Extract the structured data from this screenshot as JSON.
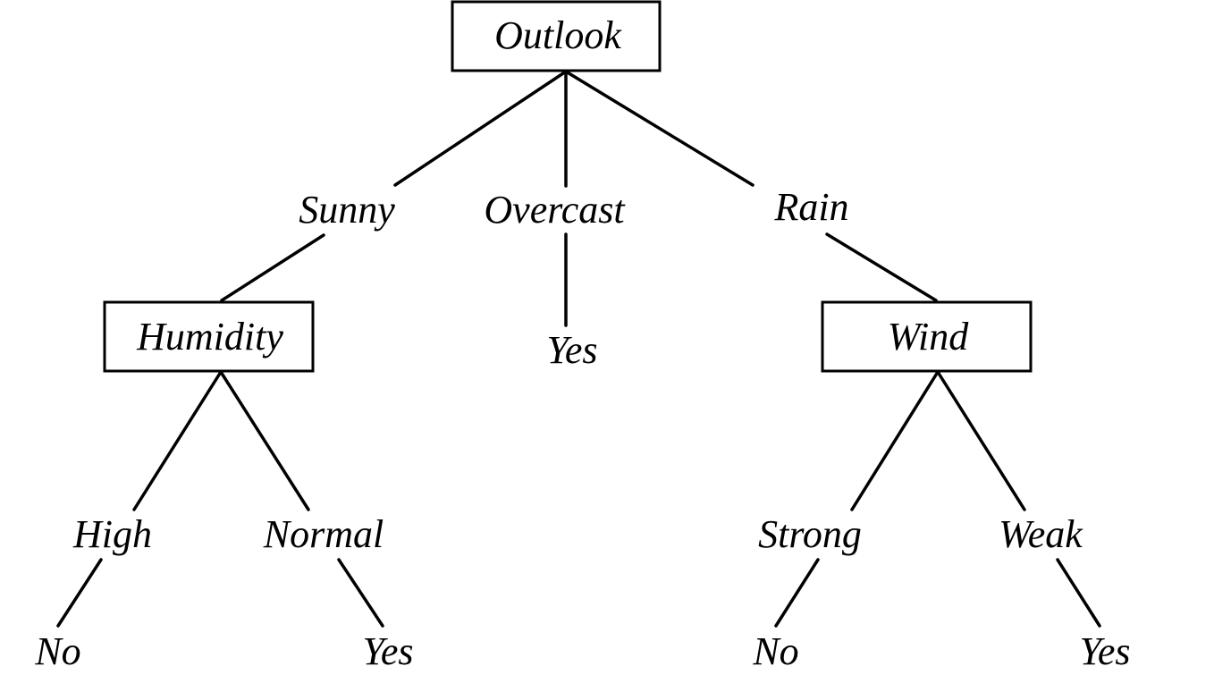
{
  "tree": {
    "root": {
      "attribute": "Outlook",
      "branches": [
        {
          "value": "Sunny",
          "child": {
            "attribute": "Humidity",
            "branches": [
              {
                "value": "High",
                "leaf": "No"
              },
              {
                "value": "Normal",
                "leaf": "Yes"
              }
            ]
          }
        },
        {
          "value": "Overcast",
          "leaf": "Yes"
        },
        {
          "value": "Rain",
          "child": {
            "attribute": "Wind",
            "branches": [
              {
                "value": "Strong",
                "leaf": "No"
              },
              {
                "value": "Weak",
                "leaf": "Yes"
              }
            ]
          }
        }
      ]
    }
  }
}
